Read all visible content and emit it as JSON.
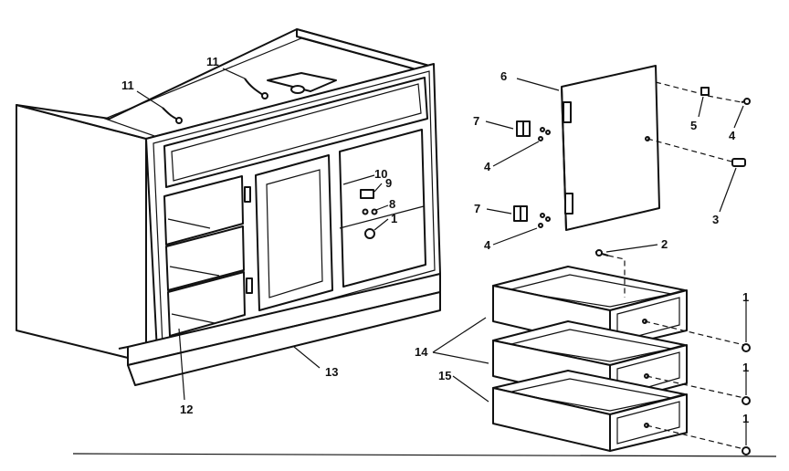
{
  "callouts": {
    "c1a": "1",
    "c1b": "1",
    "c1c": "1",
    "c1d": "1",
    "c2": "2",
    "c3": "3",
    "c4a": "4",
    "c4b": "4",
    "c4c": "4",
    "c5": "5",
    "c6": "6",
    "c7a": "7",
    "c7b": "7",
    "c8": "8",
    "c9": "9",
    "c10": "10",
    "c11a": "11",
    "c11b": "11",
    "c12": "12",
    "c13": "13",
    "c14": "14",
    "c15": "15"
  }
}
